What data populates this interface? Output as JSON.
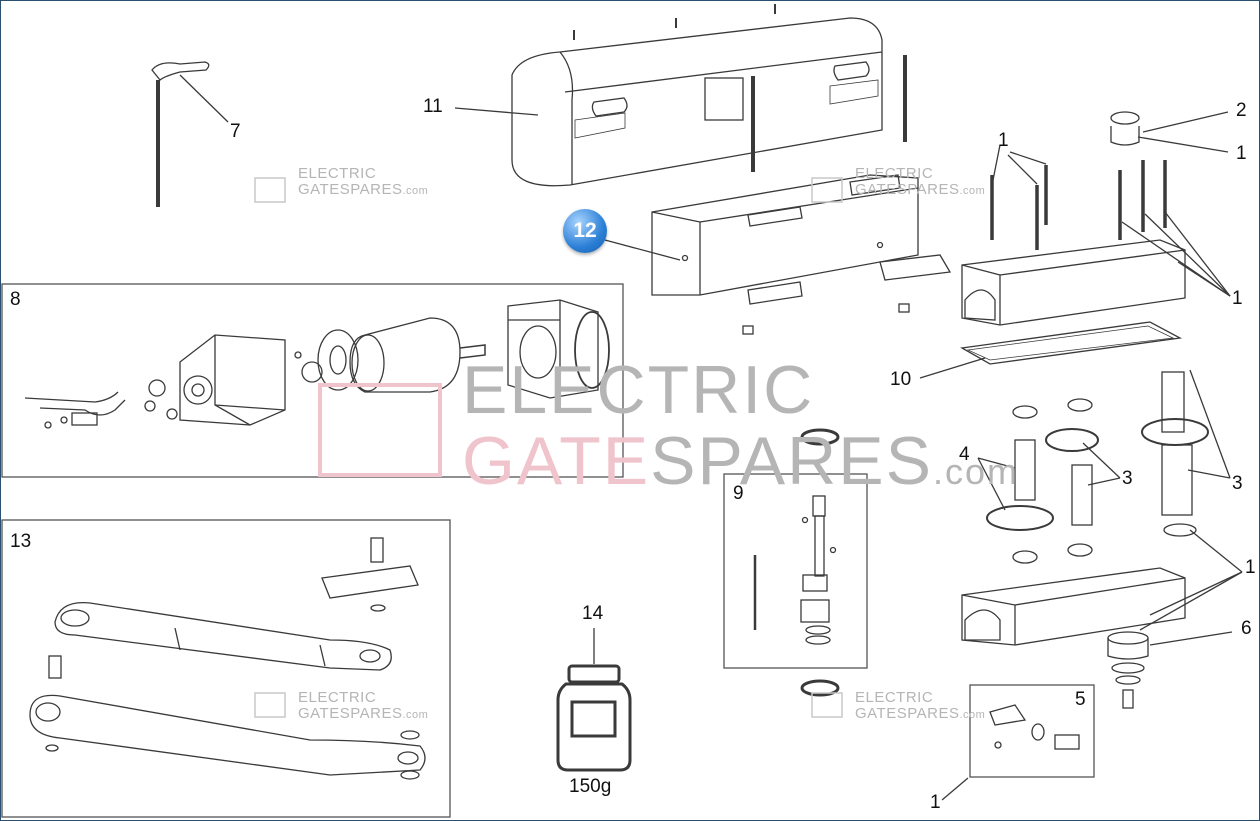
{
  "labels": {
    "n1": "1",
    "n2": "2",
    "n3": "3",
    "n4": "4",
    "n5": "5",
    "n6": "6",
    "n7": "7",
    "n8": "8",
    "n9": "9",
    "n10": "10",
    "n11": "11",
    "n12": "12",
    "n13": "13",
    "n14": "14",
    "weight": "150g"
  },
  "watermark": {
    "line1": "ELECTRIC",
    "line2_a": "GATE",
    "line2_b": "SPARES",
    "suffix": ".com"
  },
  "colors": {
    "line": "#3a3a3a",
    "badge": "#2b7fd6",
    "watermark_gray": "#b5b5b5",
    "watermark_pink": "#f0c4cc",
    "frame": "#2b4f6e"
  }
}
